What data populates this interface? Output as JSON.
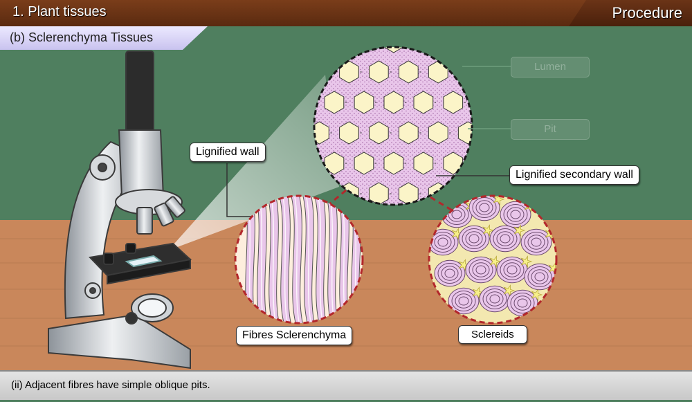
{
  "header": {
    "title": "1. Plant tissues",
    "section": "Procedure"
  },
  "subtitle": "(b) Sclerenchyma Tissues",
  "labels": {
    "lignified_wall": "Lignified wall",
    "lignified_secondary_wall": "Lignified secondary wall",
    "fibres": "Fibres Sclerenchyma",
    "sclereids": "Sclereids",
    "lumen": "Lumen",
    "pit": "Pit"
  },
  "caption": "(ii) Adjacent fibres have simple oblique pits.",
  "colors": {
    "wall": "#4f7f5f",
    "table": "#c9875b",
    "cell_wall": "#e9c6ea",
    "lumen": "#fbf4c8",
    "highlight_ring": "#b3272b"
  }
}
